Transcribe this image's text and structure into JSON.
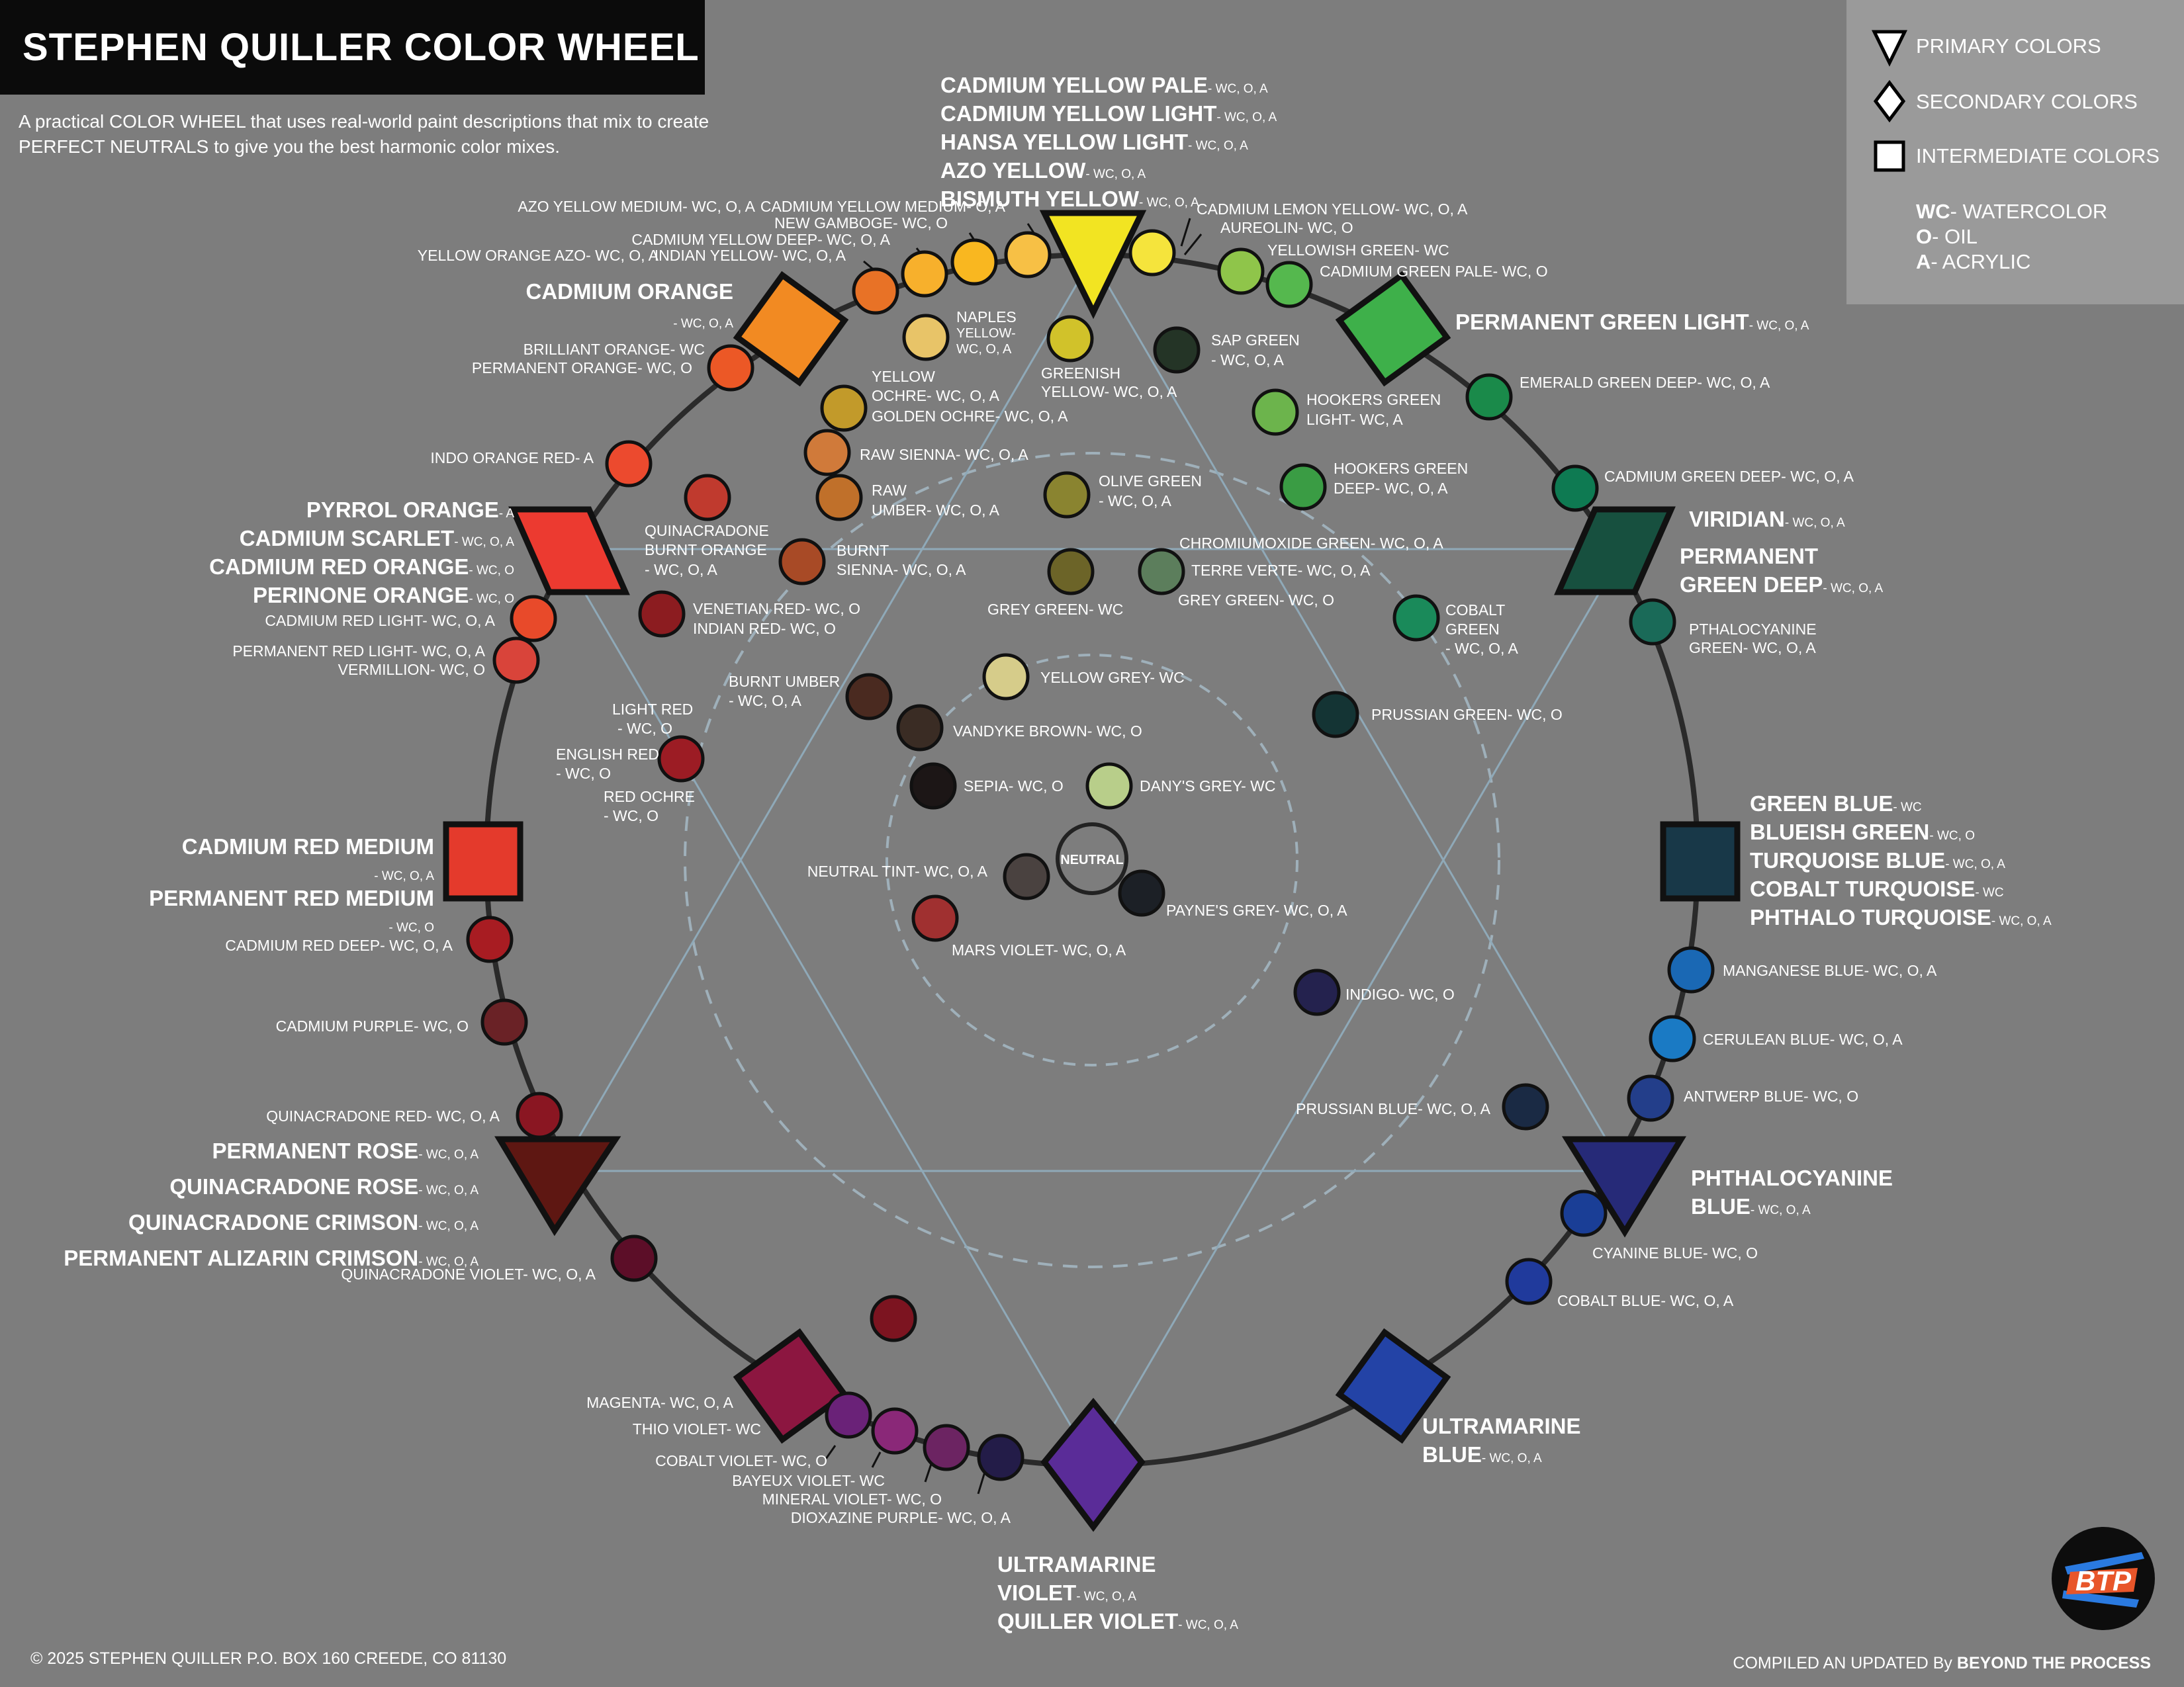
{
  "title": "STEPHEN QUILLER COLOR WHEEL",
  "intro": "A practical COLOR WHEEL that uses real-world paint descriptions that mix to create PERFECT NEUTRALS to give you the best harmonic color mixes.",
  "legend": {
    "primary": "PRIMARY COLORS",
    "secondary": "SECONDARY COLORS",
    "intermediate": "INTERMEDIATE COLORS",
    "wc_abbr": "WC",
    "wc_text": "- WATERCOLOR",
    "o_abbr": "O",
    "o_text": "- OIL",
    "a_abbr": "A",
    "a_text": "- ACRYLIC"
  },
  "center_label": "NEUTRAL",
  "footer": {
    "copyright": "© 2025 STEPHEN QUILLER P.O. BOX 160 CREEDE, CO 81130",
    "compiled_prefix": "COMPILED AN UPDATED By ",
    "compiled_by": "BEYOND THE PROCESS"
  },
  "logo_text": "BTP",
  "primary_labels": {
    "yellow": [
      [
        "CADMIUM YELLOW PALE",
        "- WC, O, A"
      ],
      [
        "CADMIUM YELLOW LIGHT",
        "- WC, O, A"
      ],
      [
        "HANSA YELLOW LIGHT",
        "- WC, O, A"
      ],
      [
        "AZO YELLOW",
        "- WC, O, A"
      ],
      [
        "BISMUTH YELLOW",
        "- WC, O, A"
      ]
    ],
    "red": [
      [
        "PERMANENT ROSE",
        "- WC, O, A"
      ],
      [
        "QUINACRADONE ROSE",
        "- WC, O, A"
      ],
      [
        "QUINACRADONE CRIMSON",
        "- WC, O, A"
      ],
      [
        "PERMANENT ALIZARIN CRIMSON",
        "- WC, O, A"
      ]
    ],
    "blue": [
      [
        "PHTHALOCYANINE",
        ""
      ],
      [
        "BLUE",
        "- WC, O, A"
      ]
    ]
  },
  "secondary_labels": {
    "orange": [
      [
        "PYRROL ORANGE",
        "- A"
      ],
      [
        "CADMIUM SCARLET",
        "- WC, O, A"
      ],
      [
        "CADMIUM RED ORANGE",
        "- WC, O"
      ],
      [
        "PERINONE ORANGE",
        "- WC, O"
      ]
    ],
    "green": [
      [
        "GREEN BLUE",
        "- WC"
      ],
      [
        "BLUEISH GREEN",
        "- WC, O"
      ],
      [
        "TURQUOISE BLUE",
        "- WC, O, A"
      ],
      [
        "COBALT TURQUOISE",
        "- WC"
      ],
      [
        "PHTHALO TURQUOISE",
        "- WC, O, A"
      ]
    ],
    "violet": [
      [
        "ULTRAMARINE",
        ""
      ],
      [
        "VIOLET",
        "- WC, O, A"
      ],
      [
        "QUILLER VIOLET",
        "- WC, O, A"
      ]
    ]
  },
  "intermediate_labels": {
    "cad_orange": [
      [
        "CADMIUM ORANGE",
        ""
      ],
      [
        "",
        "- WC, O, A"
      ]
    ],
    "perm_green_light": [
      [
        "PERMANENT GREEN LIGHT",
        "- WC, O, A"
      ]
    ],
    "viridian": [
      [
        "VIRIDIAN",
        "- WC, O, A"
      ]
    ],
    "perm_green_deep": [
      [
        "PERMANENT",
        ""
      ],
      [
        "GREEN DEEP",
        "- WC, O, A"
      ]
    ],
    "cad_red_medium": [
      [
        "CADMIUM RED MEDIUM",
        ""
      ],
      [
        "",
        "- WC, O, A"
      ],
      [
        "PERMANENT RED MEDIUM",
        ""
      ],
      [
        "",
        "- WC, O"
      ]
    ],
    "ultramarine_blue": [
      [
        "ULTRAMARINE",
        ""
      ],
      [
        "BLUE",
        "- WC, O, A"
      ]
    ]
  },
  "small_labels": [
    "AZO YELLOW MEDIUM- WC, O, A",
    "CADMIUM YELLOW MEDIUM- O, A",
    "NEW GAMBOGE- WC, O",
    "CADMIUM YELLOW DEEP- WC, O, A",
    "YELLOW ORANGE AZO- WC, O, A",
    "INDIAN YELLOW- WC, O, A",
    "CADMIUM LEMON YELLOW- WC, O, A",
    "AUREOLIN- WC, O",
    "YELLOWISH GREEN- WC",
    "CADMIUM GREEN PALE- WC, O",
    "BRILLIANT ORANGE- WC",
    "PERMANENT ORANGE- WC, O",
    "INDO ORANGE RED- A",
    "EMERALD GREEN DEEP- WC, O, A",
    "CADMIUM GREEN DEEP- WC, O, A",
    "CADMIUM RED LIGHT- WC, O, A",
    "PERMANENT RED LIGHT- WC, O, A",
    "VERMILLION- WC, O",
    "PTHALOCYANINE",
    "GREEN- WC, O, A",
    "CADMIUM RED DEEP- WC, O, A",
    "CADMIUM PURPLE- WC, O",
    "QUINACRADONE RED- WC, O, A",
    "MANGANESE BLUE- WC, O, A",
    "CERULEAN BLUE- WC, O, A",
    "ANTWERP BLUE- WC, O",
    "QUINACRADONE VIOLET- WC, O, A",
    "CYANINE BLUE- WC, O",
    "COBALT BLUE- WC, O, A",
    "MAGENTA- WC, O, A",
    "THIO VIOLET- WC",
    "COBALT VIOLET- WC, O",
    "BAYEUX VIOLET- WC",
    "MINERAL VIOLET- WC, O",
    "DIOXAZINE PURPLE- WC, O, A",
    "NAPLES",
    "YELLOW-",
    "WC, O, A",
    "GREENISH",
    "YELLOW- WC, O, A",
    "SAP GREEN",
    "- WC, O, A",
    "YELLOW",
    "OCHRE- WC, O, A",
    "GOLDEN OCHRE- WC, O, A",
    "RAW SIENNA- WC, O, A",
    "RAW",
    "UMBER- WC, O, A",
    "HOOKERS GREEN",
    "LIGHT- WC, A",
    "HOOKERS GREEN",
    "DEEP- WC, O, A",
    "QUINACRADONE",
    "BURNT ORANGE",
    "- WC, O, A",
    "OLIVE GREEN",
    "- WC, O, A",
    "BURNT",
    "SIENNA- WC, O, A",
    "CHROMIUMOXIDE GREEN- WC, O, A",
    "TERRE VERTE- WC, O, A",
    "GREY GREEN- WC, O",
    "VENETIAN RED- WC, O",
    "INDIAN RED- WC, O",
    "GREY GREEN- WC",
    "COBALT",
    "GREEN",
    "- WC, O, A",
    "BURNT UMBER",
    "- WC, O, A",
    "YELLOW GREY- WC",
    "LIGHT RED",
    "- WC, O",
    "ENGLISH RED",
    "- WC, O",
    "RED OCHRE",
    "- WC, O",
    "VANDYKE BROWN- WC, O",
    "PRUSSIAN GREEN- WC, O",
    "SEPIA- WC, O",
    "DANY'S GREY- WC",
    "NEUTRAL TINT- WC, O, A",
    "PAYNE'S GREY- WC, O, A",
    "MARS VIOLET- WC, O, A",
    "INDIGO- WC, O",
    "PRUSSIAN BLUE- WC, O, A"
  ],
  "colors": {
    "background": "#7d7d7d",
    "ring": "#2a2a2a",
    "star_lines": "#8fa9b8",
    "cad_yellow": "#f2e422",
    "cad_orange": "#f28a22",
    "pyrrol_orange": "#ec3a30",
    "perm_green_light": "#3eb04a",
    "viridian": "#17503f",
    "cad_red_medium": "#e43a2c",
    "green_blue": "#183848",
    "perm_rose": "#5e1712",
    "phthalo_blue": "#262a78",
    "magenta": "#8c1640",
    "ultramarine_violet": "#5a2c98",
    "ultramarine_blue": "#2343a6"
  }
}
